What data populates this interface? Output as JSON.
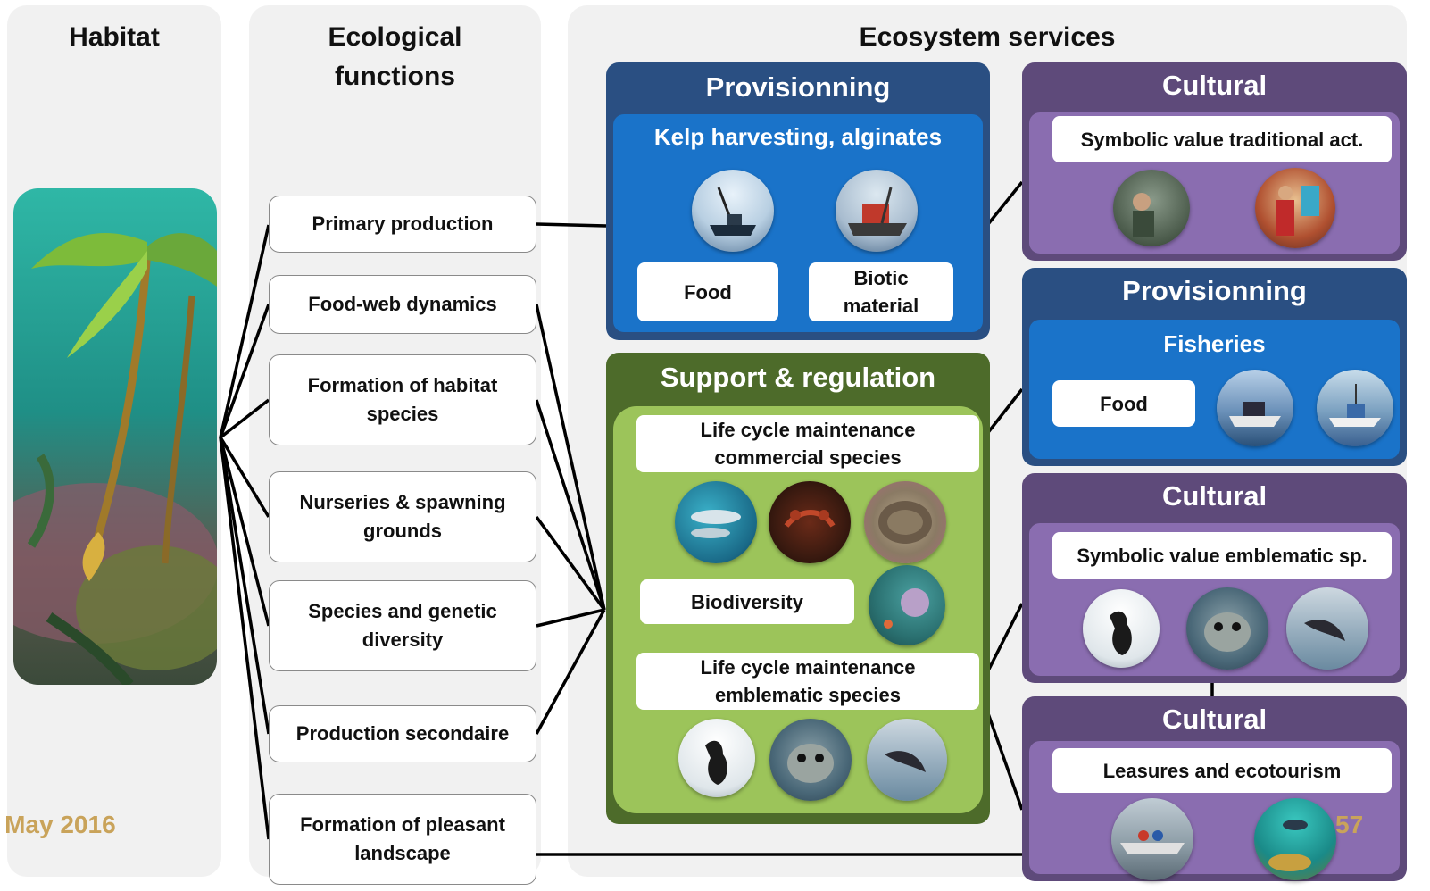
{
  "columns": {
    "habitat": "Habitat",
    "functions": "Ecological\nfunctions",
    "services": "Ecosystem services"
  },
  "functions": [
    "Primary production",
    "Food-web dynamics",
    "Formation of habitat species",
    "Nurseries & spawning grounds",
    "Species and genetic diversity",
    "Production secondaire",
    "Formation of pleasant landscape"
  ],
  "provisioning_kelp": {
    "title": "Provisionning",
    "subtitle": "Kelp harvesting, alginates",
    "items": [
      "Food",
      "Biotic material"
    ]
  },
  "support": {
    "title": "Support & regulation",
    "lifecycle_commercial": "Life cycle maintenance commercial species",
    "biodiversity": "Biodiversity",
    "lifecycle_emblematic": "Life cycle maintenance emblematic species"
  },
  "cultural_traditional": {
    "title": "Cultural",
    "subtitle": "Symbolic value traditional act."
  },
  "provisioning_fisheries": {
    "title": "Provisionning",
    "subtitle": "Fisheries",
    "item": "Food"
  },
  "cultural_emblematic": {
    "title": "Cultural",
    "subtitle": "Symbolic value emblematic sp."
  },
  "cultural_leisure": {
    "title": "Cultural",
    "subtitle": "Leasures and ecotourism"
  },
  "footer": {
    "date": "- May 2016",
    "page": "57"
  },
  "colors": {
    "provisioning_dark": "#2a4f82",
    "provisioning_light": "#1a73c9",
    "support_dark": "#4d6b2a",
    "support_light": "#9cc45a",
    "cultural_dark": "#5e4a7a",
    "cultural_light": "#8a6db0"
  }
}
